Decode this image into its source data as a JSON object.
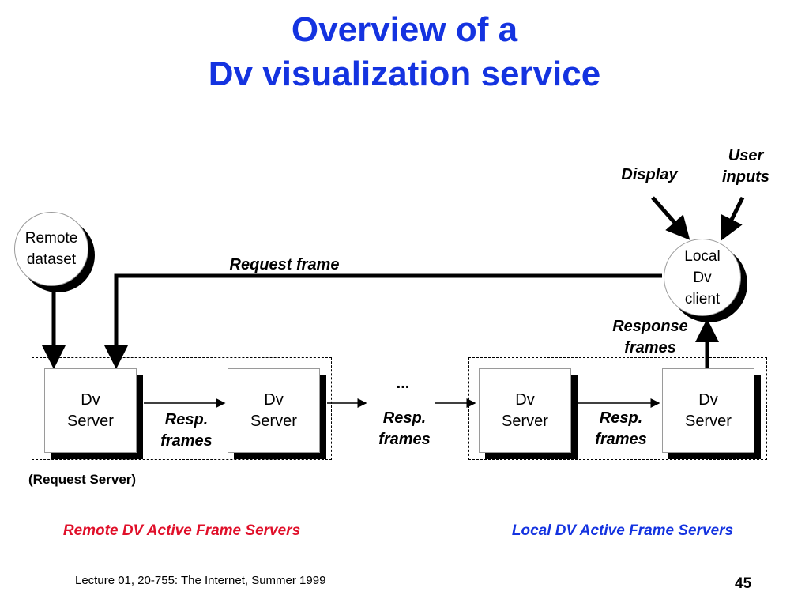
{
  "title": {
    "line1": "Overview of a",
    "line2": "Dv visualization service"
  },
  "nodes": {
    "remote_dataset": {
      "line1": "Remote",
      "line2": "dataset"
    },
    "local_client": {
      "line1": "Local",
      "line2": "Dv",
      "line3": "client"
    },
    "server_1": {
      "line1": "Dv",
      "line2": "Server"
    },
    "server_2": {
      "line1": "Dv",
      "line2": "Server"
    },
    "server_3": {
      "line1": "Dv",
      "line2": "Server"
    },
    "server_4": {
      "line1": "Dv",
      "line2": "Server"
    }
  },
  "labels": {
    "display": "Display",
    "user_inputs": {
      "line1": "User",
      "line2": "inputs"
    },
    "request_frame": "Request frame",
    "response_frames": {
      "line1": "Response",
      "line2": "frames"
    },
    "resp_frames_1": {
      "line1": "Resp.",
      "line2": "frames"
    },
    "ellipsis": "...",
    "resp_frames_2": {
      "line1": "Resp.",
      "line2": "frames"
    },
    "resp_frames_3": {
      "line1": "Resp.",
      "line2": "frames"
    },
    "request_server": "(Request Server)"
  },
  "groups": {
    "remote": "Remote DV  Active Frame Servers",
    "local": "Local  DV  Active Frame Servers"
  },
  "footer": {
    "lecture": "Lecture 01, 20-755: The Internet, Summer 1999",
    "page_number": "45"
  },
  "colors": {
    "title": "#1433e0",
    "remote_group": "#e0102a",
    "local_group": "#1433e0"
  }
}
